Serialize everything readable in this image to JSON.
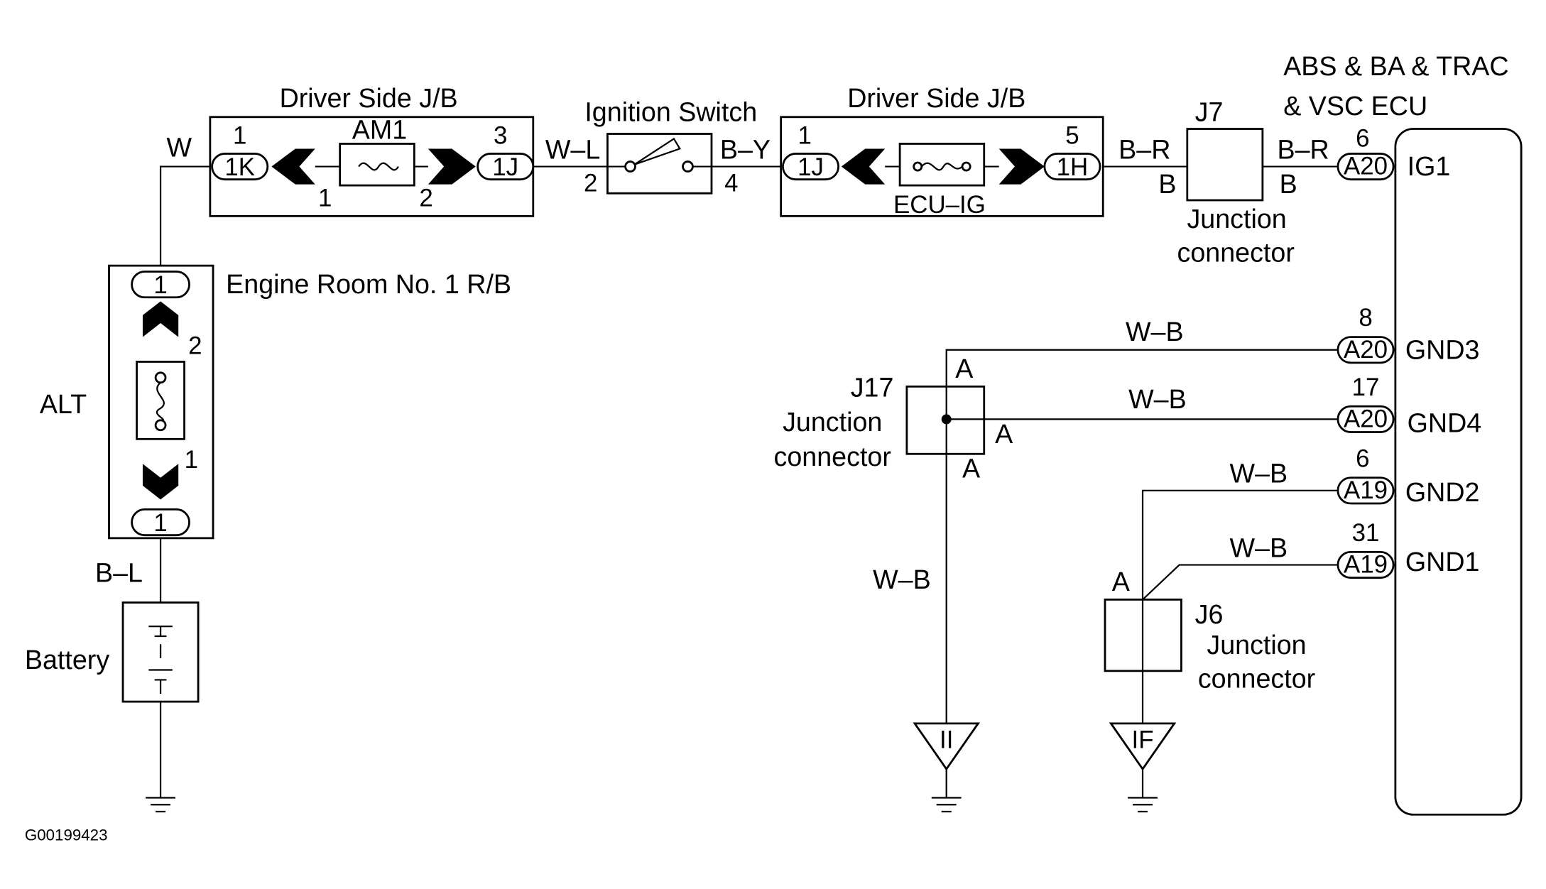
{
  "colors": {
    "line": "#000000",
    "background": "#ffffff"
  },
  "left": {
    "wire_w": "W",
    "engine_room": "Engine Room No. 1 R/B",
    "pin_top": "1",
    "pin_bottom": "1",
    "pin_2": "2",
    "pin_1": "1",
    "alt": "ALT",
    "wire_bl": "B–L",
    "battery": "Battery"
  },
  "jb1": {
    "title": "Driver Side J/B",
    "conn_left": "1K",
    "conn_left_pin": "1",
    "fuse": "AM1",
    "conn_right": "1J",
    "conn_right_pin": "3",
    "fuse_pin1": "1",
    "fuse_pin2": "2"
  },
  "ign": {
    "title": "Ignition Switch",
    "wire_in": "W–L",
    "pin_in": "2",
    "wire_out": "B–Y",
    "pin_out": "4"
  },
  "jb2": {
    "title": "Driver Side J/B",
    "conn_left": "1J",
    "conn_left_pin": "1",
    "fuse": "ECU–IG",
    "conn_right": "1H",
    "conn_right_pin": "5"
  },
  "j7": {
    "title": "J7",
    "wire_in": "B–R",
    "wire_in2": "B",
    "wire_out": "B–R",
    "wire_out2": "B",
    "label1": "Junction",
    "label2": "connector"
  },
  "ecu": {
    "title1": "ABS & BA & TRAC",
    "title2": "& VSC  ECU",
    "terminals": [
      {
        "conn": "A20",
        "pin": "6",
        "name": "IG1"
      },
      {
        "conn": "A20",
        "pin": "8",
        "name": "GND3",
        "wire": "W–B"
      },
      {
        "conn": "A20",
        "pin": "17",
        "name": "GND4",
        "wire": "W–B"
      },
      {
        "conn": "A19",
        "pin": "6",
        "name": "GND2",
        "wire": "W–B"
      },
      {
        "conn": "A19",
        "pin": "31",
        "name": "GND1",
        "wire": "W–B"
      }
    ]
  },
  "j17": {
    "title": "J17",
    "label1": "Junction",
    "label2": "connector",
    "a_top": "A",
    "a_right": "A",
    "a_bottom": "A",
    "wire": "W–B",
    "ground": "II"
  },
  "j6": {
    "title": "J6",
    "label1": "Junction",
    "label2": "connector",
    "a": "A",
    "ground": "IF"
  },
  "figure_id": "G00199423"
}
